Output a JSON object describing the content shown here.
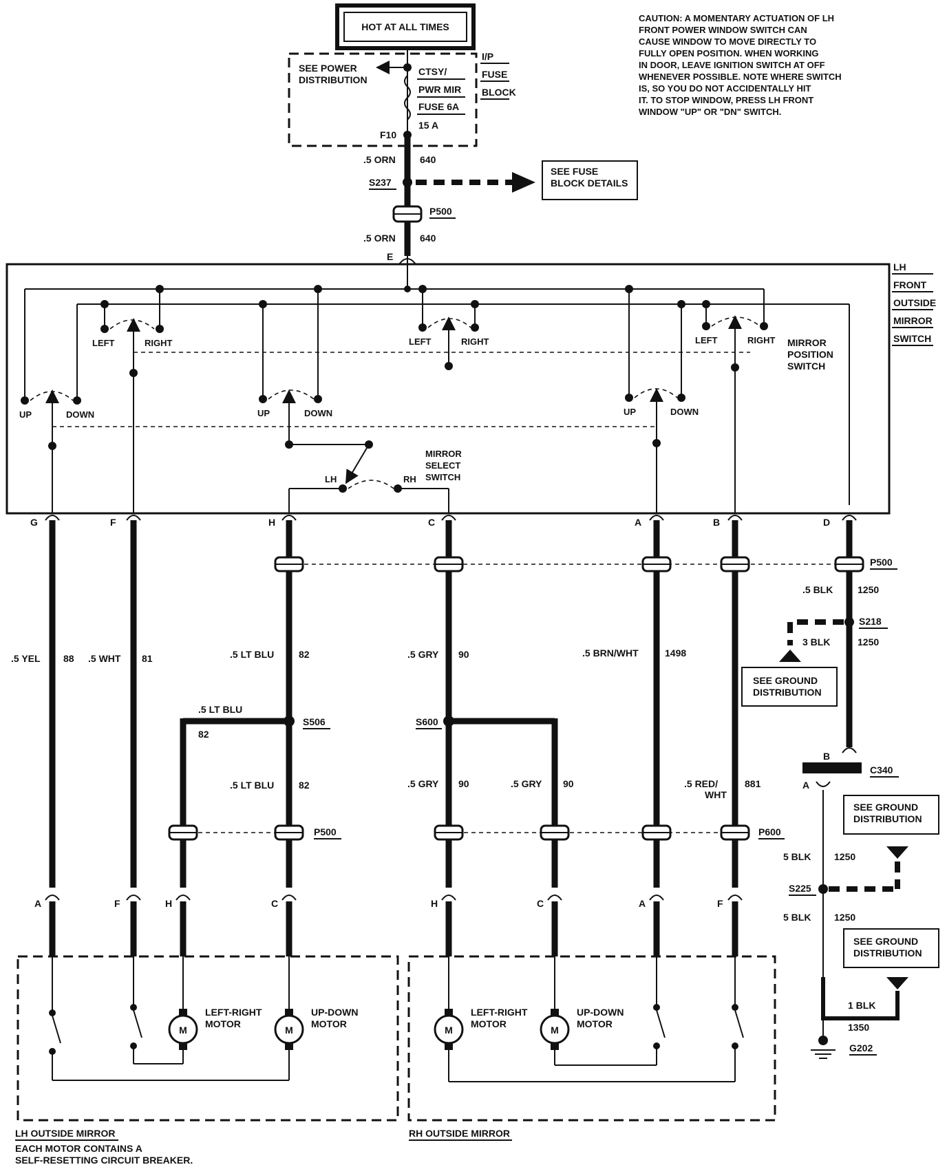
{
  "header": {
    "hot_label": "HOT AT ALL TIMES",
    "caution_lines": [
      "CAUTION: A MOMENTARY ACTUATION OF LH",
      "FRONT POWER WINDOW SWITCH CAN",
      "CAUSE WINDOW TO MOVE DIRECTLY TO",
      "FULLY OPEN POSITION.  WHEN WORKING",
      "IN DOOR, LEAVE IGNITION SWITCH AT OFF",
      "WHENEVER POSSIBLE.  NOTE WHERE SWITCH",
      "IS, SO YOU DO NOT ACCIDENTALLY HIT",
      "IT.  TO STOP WINDOW, PRESS LH FRONT",
      "WINDOW \"UP\" OR \"DN\" SWITCH."
    ]
  },
  "fuse_block": {
    "see_power": [
      "SEE POWER",
      "DISTRIBUTION"
    ],
    "fuse_name": [
      "CTSY/",
      "PWR MIR",
      "FUSE 6A"
    ],
    "rating": "15 A",
    "terminal": "F10",
    "block_label": [
      "I/P",
      "FUSE",
      "BLOCK"
    ]
  },
  "feed": {
    "wire1_size": ".5 ORN",
    "wire1_circuit": "640",
    "splice": "S237",
    "see_fuse": [
      "SEE FUSE",
      "BLOCK DETAILS"
    ],
    "connector": "P500",
    "wire2_size": ".5 ORN",
    "wire2_circuit": "640",
    "pin_e": "E"
  },
  "switch": {
    "title_lines": [
      "LH",
      "FRONT",
      "OUTSIDE",
      "MIRROR",
      "SWITCH"
    ],
    "position_lines": [
      "MIRROR",
      "POSITION",
      "SWITCH"
    ],
    "select_lines": [
      "MIRROR",
      "SELECT",
      "SWITCH"
    ],
    "left": "LEFT",
    "right": "RIGHT",
    "up": "UP",
    "down": "DOWN",
    "lh": "LH",
    "rh": "RH"
  },
  "pins": {
    "g": "G",
    "f": "F",
    "h": "H",
    "c": "C",
    "a": "A",
    "b": "B",
    "d": "D"
  },
  "wires": {
    "yel_size": ".5 YEL",
    "yel_circuit": "88",
    "wht_size": ".5 WHT",
    "wht_circuit": "81",
    "ltblu_size": ".5 LT BLU",
    "ltblu_circuit": "82",
    "gry_size": ".5 GRY",
    "gry_circuit": "90",
    "brnwht_size": ".5 BRN/WHT",
    "brnwht_circuit": "1498",
    "blk_size": ".5 BLK",
    "blk_circuit": "1250",
    "s506": "S506",
    "ltblu_branch_size": ".5 LT BLU",
    "ltblu_branch_circuit": "82",
    "ltblu_lower_size": ".5 LT BLU",
    "ltblu_lower_circuit": "82",
    "s600": "S600",
    "gry_lower_size": ".5 GRY",
    "gry_lower_circuit": "90",
    "gry_branch_size": ".5 GRY",
    "gry_branch_circuit": "90",
    "redwht_size_line1": ".5 RED/",
    "redwht_size_line2": "WHT",
    "redwht_circuit": "881",
    "p500_upper": "P500",
    "p500_lower": "P500",
    "p600": "P600"
  },
  "ground": {
    "s218": "S218",
    "blk3_size": "3 BLK",
    "blk3_circuit": "1250",
    "see_ground1": [
      "SEE GROUND",
      "DISTRIBUTION"
    ],
    "c340": "C340",
    "c340_b": "B",
    "c340_a": "A",
    "see_ground2": [
      "SEE GROUND",
      "DISTRIBUTION"
    ],
    "blk5a_size": "5 BLK",
    "blk5a_circuit": "1250",
    "s225": "S225",
    "blk5b_size": "5 BLK",
    "blk5b_circuit": "1250",
    "see_ground3": [
      "SEE GROUND",
      "DISTRIBUTION"
    ],
    "blk1_size": "1 BLK",
    "blk1_circuit": "1350",
    "g202": "G202"
  },
  "mirrors": {
    "lh_pins": [
      "A",
      "F",
      "H",
      "C"
    ],
    "rh_pins": [
      "H",
      "C",
      "A",
      "F"
    ],
    "lr_motor": [
      "LEFT-RIGHT",
      "MOTOR"
    ],
    "ud_motor": [
      "UP-DOWN",
      "MOTOR"
    ],
    "motor_symbol": "M",
    "lh_label": "LH OUTSIDE MIRROR",
    "rh_label": "RH OUTSIDE MIRROR",
    "footnote": [
      "EACH MOTOR CONTAINS A",
      "SELF-RESETTING CIRCUIT BREAKER."
    ]
  }
}
